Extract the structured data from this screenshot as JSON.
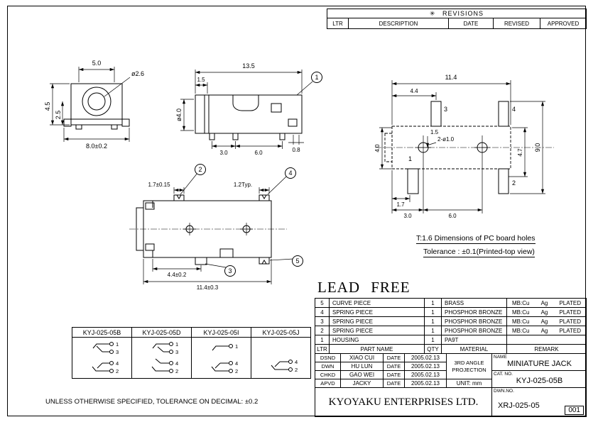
{
  "revisions": {
    "star": "✳",
    "title": "REVISIONS",
    "columns": [
      "LTR",
      "DESCRIPTION",
      "DATE",
      "REVISED",
      "APPROVED"
    ]
  },
  "front_view": {
    "dim_top": "5.0",
    "dim_circle": "ø2.6",
    "dim_height": "4.5",
    "dim_inner": "2.5",
    "dim_bottom": "8.0±0.2"
  },
  "side_view": {
    "balloon": "1",
    "dim_width": "13.5",
    "dim_offset": "1.5",
    "dim_barrel": "ø4.0",
    "dim_pitch1": "3.0",
    "dim_pitch2": "6.0",
    "dim_tail": "0.8"
  },
  "pcb_view": {
    "dim_total_w": "11.4",
    "dim_pad_x": "4.4",
    "dim_hole_y": "1.5",
    "dim_left_h": "4.0",
    "dim_right_mid": "4.7",
    "dim_right_h": "9.0",
    "dim_pad_b": "1.7",
    "dim_hole1_x": "3.0",
    "dim_hole2_x": "6.0",
    "hole_label": "2-ø1.0",
    "pad_label_1": "1",
    "pad_label_2": "2",
    "pad_label_3": "3",
    "pad_label_4": "4",
    "note1": "T:1.6 Dimensions of PC board holes",
    "note2": "Tolerance : ±0.1(Printed-top view)"
  },
  "bottom_view": {
    "balloon_2": "2",
    "balloon_3": "3",
    "balloon_4": "4",
    "balloon_5": "5",
    "dim_notch": "1.7±0.15",
    "dim_typ": "1.2Typ.",
    "dim_mid": "4.4±0.2",
    "dim_total": "11.4±0.3"
  },
  "lead_free": "LEAD FREE",
  "parts": {
    "headers": [
      "LTR",
      "PART NAME",
      "QTY",
      "MATERIAL",
      "REMARK"
    ],
    "rows": [
      {
        "ltr": "5",
        "name": "CURVE PIECE",
        "qty": "1",
        "material": "BRASS",
        "remark": [
          "MB:Cu",
          "Ag",
          "PLATED"
        ]
      },
      {
        "ltr": "4",
        "name": "SPRING PIECE",
        "qty": "1",
        "material": "PHOSPHOR BRONZE",
        "remark": [
          "MB:Cu",
          "Ag",
          "PLATED"
        ]
      },
      {
        "ltr": "3",
        "name": "SPRING PIECE",
        "qty": "1",
        "material": "PHOSPHOR BRONZE",
        "remark": [
          "MB:Cu",
          "Ag",
          "PLATED"
        ]
      },
      {
        "ltr": "2",
        "name": "SPRING PIECE",
        "qty": "1",
        "material": "PHOSPHOR BRONZE",
        "remark": [
          "MB:Cu",
          "Ag",
          "PLATED"
        ]
      },
      {
        "ltr": "1",
        "name": "HOUSING",
        "qty": "1",
        "material": "PA9T",
        "remark": []
      }
    ]
  },
  "title_block": {
    "signoff": [
      {
        "role": "DSND",
        "name": "XIAO CUI",
        "date_label": "DATE",
        "date": "2005.02.13"
      },
      {
        "role": "DWN",
        "name": "HU  LUN",
        "date_label": "DATE",
        "date": "2005.02.13"
      },
      {
        "role": "CHKD",
        "name": "GAO WEI",
        "date_label": "DATE",
        "date": "2005.02.13"
      },
      {
        "role": "APVD",
        "name": "JACKY",
        "date_label": "DATE",
        "date": "2005.02.13"
      }
    ],
    "projection": "3RD ANGLE PROJECTION",
    "unit": "UNIT: mm",
    "name_label": "NAME",
    "product_name": "MINIATURE JACK",
    "cat_label": "CAT. NO.",
    "cat_no": "KYJ-025-05B",
    "dwg_label": "DWN.NO.",
    "dwg_no": "XRJ-025-05",
    "sheet_no": "001",
    "company": "KYOYAKU  ENTERPRISES  LTD."
  },
  "variants": {
    "models": [
      "KYJ-025-05B",
      "KYJ-025-05D",
      "KYJ-025-05I",
      "KYJ-025-05J"
    ],
    "pins": {
      "b": [
        "1",
        "3",
        "4",
        "2"
      ],
      "d": [
        "1",
        "3",
        "4",
        "2"
      ],
      "i": [
        "1",
        "4",
        "2"
      ],
      "j": [
        "4",
        "2"
      ]
    }
  },
  "tolerance_note": "UNLESS OTHERWISE SPECIFIED, TOLERANCE ON DECIMAL: ±0.2"
}
